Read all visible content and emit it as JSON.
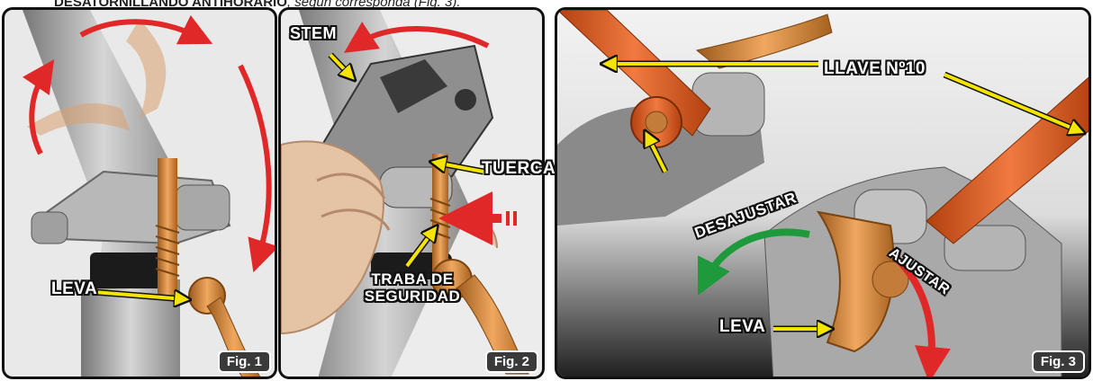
{
  "caption": {
    "bold": "DESATORNILLANDO ANTIHORARIO",
    "normal": ", según corresponda (Fig. 3)."
  },
  "fig1": {
    "label": "Fig. 1",
    "leva": "LEVA"
  },
  "fig2": {
    "label": "Fig. 2",
    "stem": "STEM",
    "tuerca": "TUERCA DE AJUSTE",
    "traba": "TRABA DE SEGURIDAD"
  },
  "fig3": {
    "label": "Fig. 3",
    "llave": "LLAVE Nº10",
    "desajustar": "DESAJUSTAR",
    "ajustar": "AJUSTAR",
    "leva": "LEVA"
  },
  "colors": {
    "arrow_red": "#e02828",
    "arrow_yellow": "#f5e400",
    "arrow_green": "#1e9a3c",
    "orange_part": "#d98a3a",
    "wrench": "#e0561e",
    "frame_gray": "#9a9a9a"
  }
}
